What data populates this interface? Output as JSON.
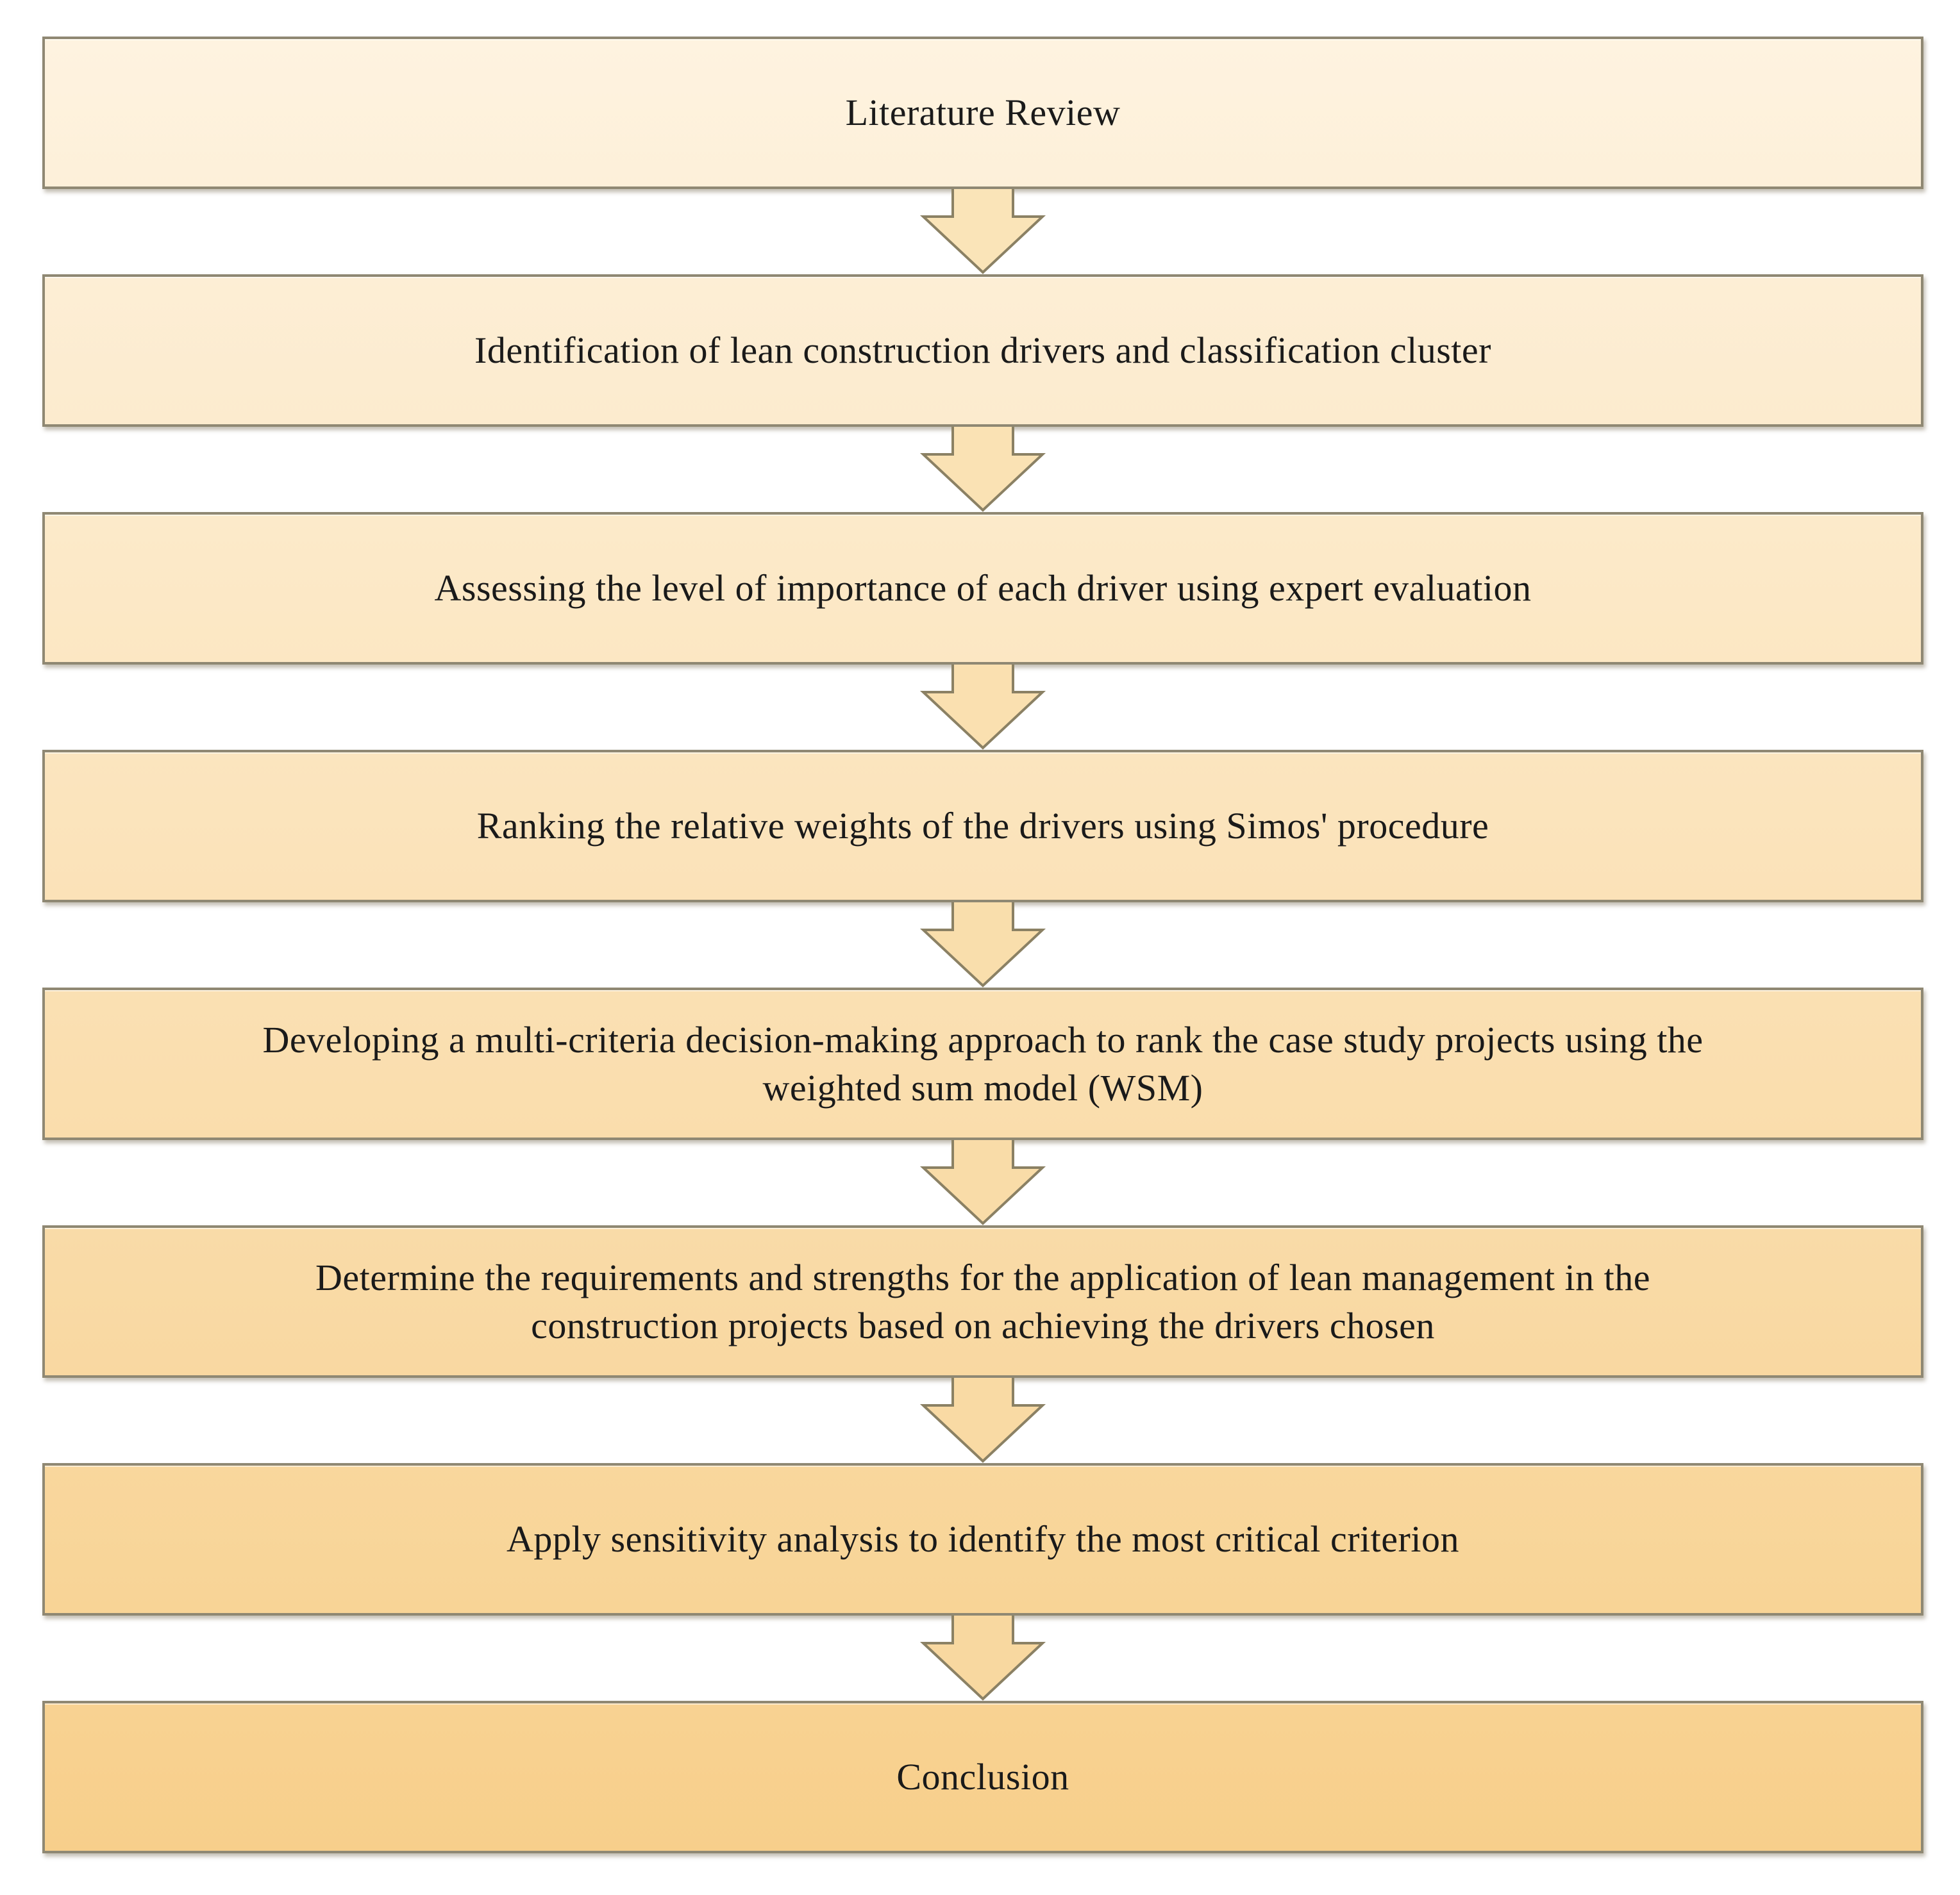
{
  "figure": {
    "type": "flowchart",
    "direction": "top-down",
    "step_count": 8
  },
  "flow": {
    "steps": [
      {
        "id": "literature-review",
        "label": "Literature Review",
        "fill_top": "#FEF3E0",
        "fill_bottom": "#FDF0D9"
      },
      {
        "id": "identification-drivers",
        "label": "Identification of lean construction drivers and classification cluster",
        "fill_top": "#FDEED5",
        "fill_bottom": "#FCEBCE"
      },
      {
        "id": "assessing-importance",
        "label": "Assessing the level of importance of each driver using expert evaluation",
        "fill_top": "#FCEACA",
        "fill_bottom": "#FCE7C3"
      },
      {
        "id": "ranking-weights",
        "label": "Ranking the relative weights of the drivers using Simos' procedure",
        "fill_top": "#FBE5BF",
        "fill_bottom": "#FBE2B8"
      },
      {
        "id": "developing-mcdm",
        "label": "Developing a multi-criteria decision-making approach to rank the case study projects using the\nweighted sum model (WSM)",
        "fill_top": "#FAE0B3",
        "fill_bottom": "#FADDAC"
      },
      {
        "id": "determine-requirements",
        "label": "Determine the requirements and strengths for the application of lean management in the\nconstruction projects based on achieving the drivers chosen",
        "fill_top": "#F9DBA8",
        "fill_bottom": "#F9D8A1"
      },
      {
        "id": "sensitivity-analysis",
        "label": "Apply sensitivity analysis to identify the most critical criterion",
        "fill_top": "#F9D79D",
        "fill_bottom": "#F8D496"
      },
      {
        "id": "conclusion",
        "label": "Conclusion",
        "fill_top": "#F8D292",
        "fill_bottom": "#F7CF8B"
      }
    ],
    "connectors": [
      {
        "fill": "#FAE4B8"
      },
      {
        "fill": "#FAE2B4"
      },
      {
        "fill": "#FAE0B0"
      },
      {
        "fill": "#F9DEAC"
      },
      {
        "fill": "#F9DCA8"
      },
      {
        "fill": "#F9DAA4"
      },
      {
        "fill": "#F8D8A0"
      }
    ],
    "connector_shape": "block-arrow-down",
    "connector_stroke": "#8B8164"
  },
  "colors": {
    "box_border": "#8F8873",
    "text": "#1A1A1A",
    "page_bg": "#FFFFFF"
  }
}
